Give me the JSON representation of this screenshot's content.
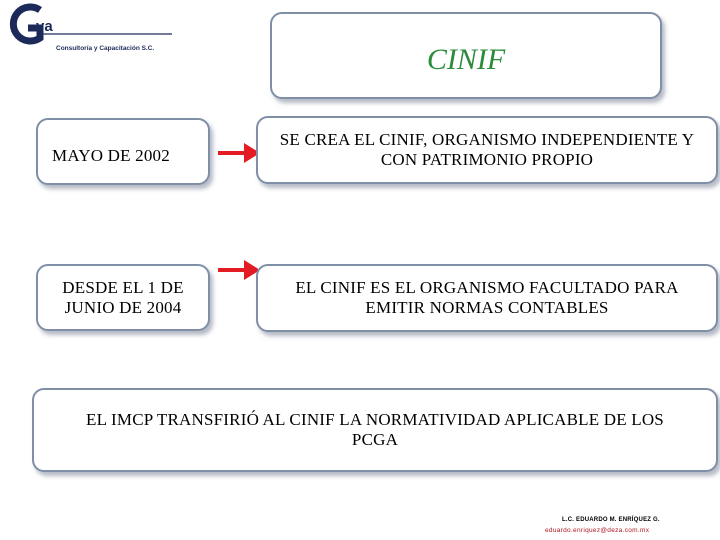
{
  "logo": {
    "letters": "va",
    "company": "Consultoría y Capacitación S.C."
  },
  "title": "CINIF",
  "timeline": [
    {
      "date": "MAYO DE 2002",
      "event": "SE CREA EL CINIF, ORGANISMO INDEPENDIENTE Y CON PATRIMONIO PROPIO"
    },
    {
      "date": "DESDE EL 1 DE JUNIO DE 2004",
      "event": "EL CINIF ES EL ORGANISMO FACULTADO PARA  EMITIR NORMAS CONTABLES"
    }
  ],
  "summary": "EL IMCP TRANSFIRIÓ AL CINIF LA NORMATIVIDAD APLICABLE DE LOS PCGA",
  "footer": {
    "author": "L.C. EDUARDO M. ENRÍQUEZ G.",
    "email": "eduardo.enriquez@deza.com.mx"
  },
  "colors": {
    "title": "#2a8c3a",
    "arrow": "#e31b23",
    "border": "#7f8fa6",
    "email": "#b0141b"
  }
}
